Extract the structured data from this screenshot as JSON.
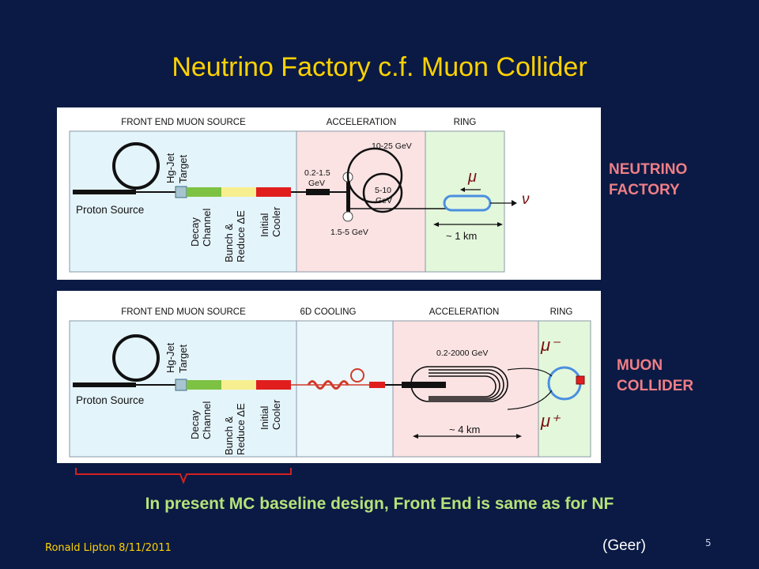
{
  "slide": {
    "title": "Neutrino Factory c.f. Muon Collider",
    "bottom_note": "In present MC baseline design, Front End is same as for NF",
    "footer_author": "Ronald Lipton 8/11/2011",
    "credit": "(Geer)",
    "page_number": "5",
    "colors": {
      "background": "#0a1a44",
      "title": "#ffd200",
      "side_label": "#f07e86",
      "note": "#b6e27a",
      "brace": "#d32020"
    }
  },
  "neutrino_factory": {
    "side_label_line1": "NEUTRINO",
    "side_label_line2": "FACTORY",
    "sections": {
      "front_end": "FRONT END MUON SOURCE",
      "acceleration": "ACCELERATION",
      "ring": "RING"
    },
    "target_line1": "Hg-Jet",
    "target_line2": "Target",
    "proton_source": "Proton Source",
    "decay_line1": "Decay",
    "decay_line2": "Channel",
    "bunch_line1": "Bunch &",
    "bunch_line2": "Reduce ΔE",
    "cooler_line1": "Initial",
    "cooler_line2": "Cooler",
    "linac_energy_line1": "0.2-1.5",
    "linac_energy_line2": "GeV",
    "rla_low": "1.5-5 GeV",
    "ffag_outer": "10-25 GeV",
    "ffag_inner_line1": "5-10",
    "ffag_inner_line2": "GeV",
    "ring_particle": "μ",
    "neutrino_symbol": "ν",
    "ring_size": "~ 1 km"
  },
  "muon_collider": {
    "side_label_line1": "MUON",
    "side_label_line2": "COLLIDER",
    "sections": {
      "front_end": "FRONT END MUON SOURCE",
      "cooling": "6D COOLING",
      "acceleration": "ACCELERATION",
      "ring": "RING"
    },
    "target_line1": "Hg-Jet",
    "target_line2": "Target",
    "proton_source": "Proton Source",
    "decay_line1": "Decay",
    "decay_line2": "Channel",
    "bunch_line1": "Bunch &",
    "bunch_line2": "Reduce ΔE",
    "cooler_line1": "Initial",
    "cooler_line2": "Cooler",
    "accel_energy": "0.2-2000 GeV",
    "mu_minus": "μ⁻",
    "mu_plus": "μ⁺",
    "accel_size": "~ 4 km"
  }
}
